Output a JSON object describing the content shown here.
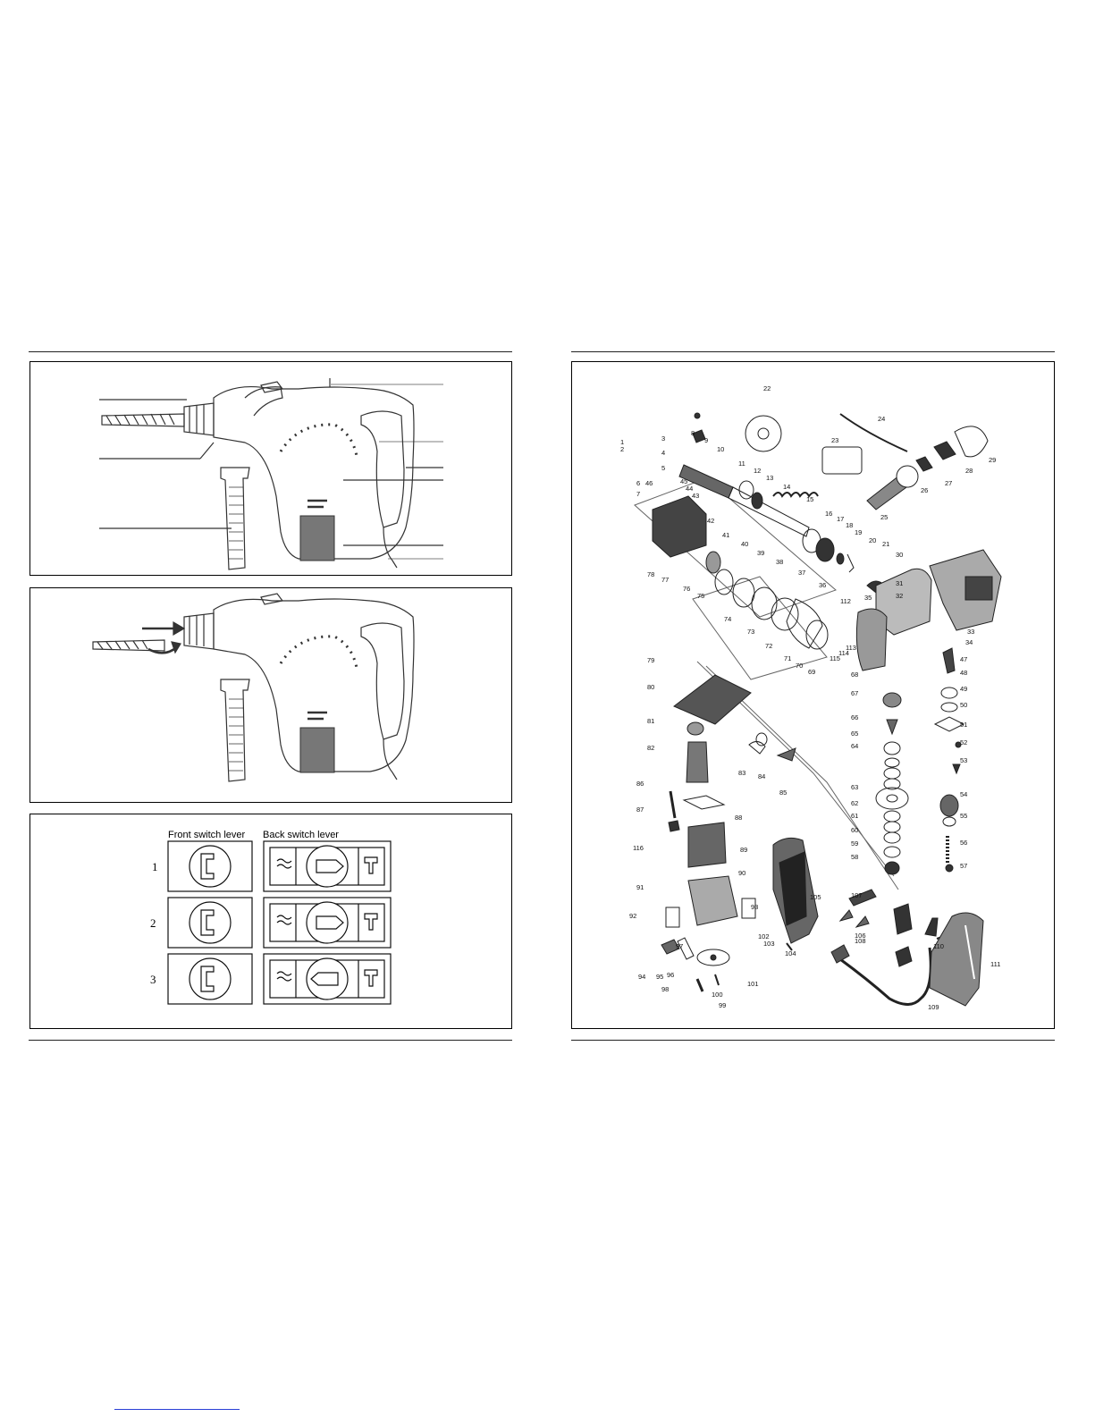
{
  "switch_figure": {
    "front_label": "Front switch lever",
    "back_label": "Back switch lever",
    "rows": [
      "1",
      "2",
      "3"
    ]
  },
  "parts": {
    "numbers": [
      "1",
      "2",
      "3",
      "4",
      "5",
      "6",
      "7",
      "8",
      "9",
      "10",
      "11",
      "12",
      "13",
      "14",
      "15",
      "16",
      "17",
      "18",
      "19",
      "20",
      "21",
      "22",
      "23",
      "24",
      "25",
      "26",
      "27",
      "28",
      "29",
      "30",
      "31",
      "32",
      "33",
      "34",
      "35",
      "36",
      "37",
      "38",
      "39",
      "40",
      "41",
      "42",
      "43",
      "44",
      "45",
      "46",
      "47",
      "48",
      "49",
      "50",
      "51",
      "52",
      "53",
      "54",
      "55",
      "56",
      "57",
      "58",
      "59",
      "60",
      "61",
      "62",
      "63",
      "64",
      "65",
      "66",
      "67",
      "68",
      "69",
      "70",
      "71",
      "72",
      "73",
      "74",
      "75",
      "76",
      "77",
      "78",
      "79",
      "80",
      "81",
      "82",
      "83",
      "84",
      "85",
      "86",
      "87",
      "88",
      "89",
      "90",
      "91",
      "92",
      "93",
      "94",
      "95",
      "96",
      "97",
      "98",
      "99",
      "100",
      "101",
      "102",
      "103",
      "104",
      "105",
      "106",
      "107",
      "108",
      "109",
      "110",
      "111",
      "112",
      "113",
      "114",
      "115",
      "116"
    ]
  }
}
